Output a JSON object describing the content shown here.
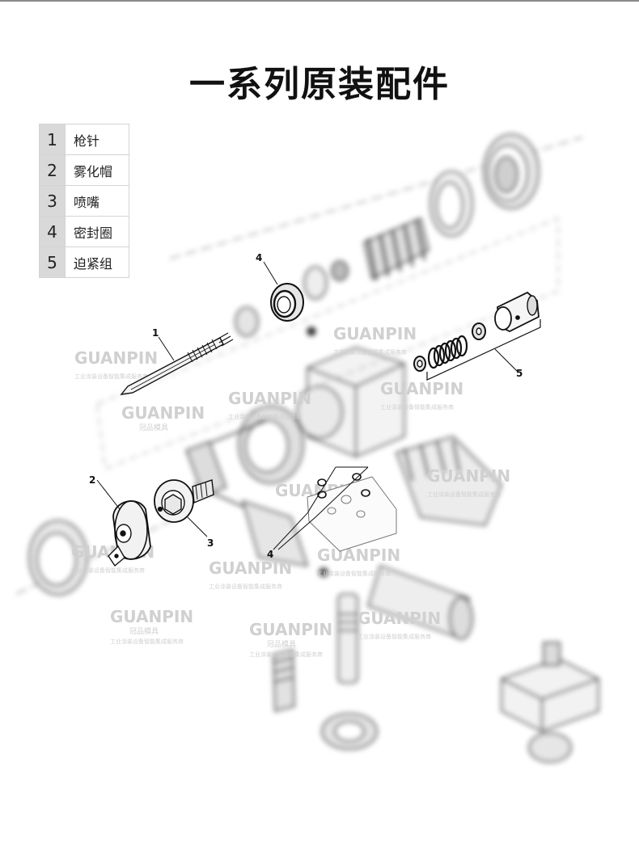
{
  "title": "一系列原装配件",
  "parts": [
    {
      "num": "1",
      "name": "枪针"
    },
    {
      "num": "2",
      "name": "雾化帽"
    },
    {
      "num": "3",
      "name": "喷嘴"
    },
    {
      "num": "4",
      "name": "密封圈"
    },
    {
      "num": "5",
      "name": "迫紧组"
    }
  ],
  "callouts": {
    "needle": "1",
    "air_cap": "2",
    "nozzle": "3",
    "seal_top": "4",
    "seal_block": "4",
    "packing": "5"
  },
  "watermark": {
    "brand": "GUANPIN",
    "cn": "冠品模具",
    "sub": "工业涂装设备智能集成服务商"
  }
}
